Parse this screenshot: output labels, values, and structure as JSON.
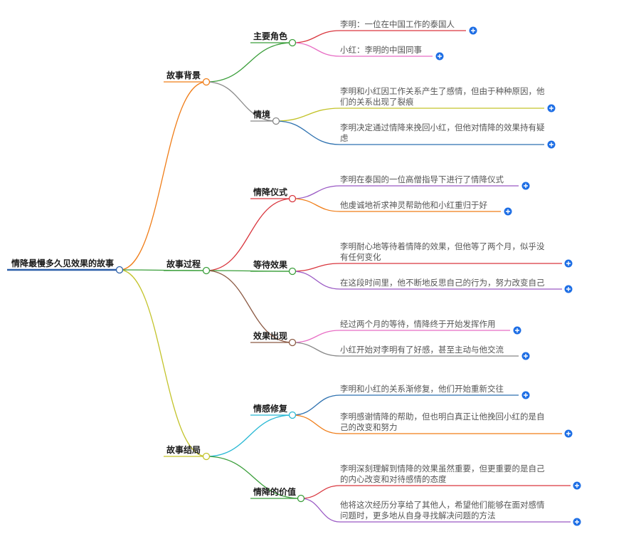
{
  "root": {
    "label": "情降最慢多久见效果的故事",
    "color": "#2a5ea8"
  },
  "branches": [
    {
      "label": "故事背景",
      "color": "#f07d18",
      "children": [
        {
          "label": "主要角色",
          "color": "#3a9e3a",
          "leaves": [
            {
              "lines": [
                "李明：一位在中国工作的泰国人"
              ],
              "color": "#d9363e"
            },
            {
              "lines": [
                "小红：李明的中国同事"
              ],
              "color": "#e86ec5"
            }
          ]
        },
        {
          "label": "情境",
          "color": "#888888",
          "leaves": [
            {
              "lines": [
                "李明和小红因工作关系产生了感情，但由于种种原因，他",
                "们的关系出现了裂痕"
              ],
              "color": "#c3c32a"
            },
            {
              "lines": [
                "李明决定通过情降来挽回小红，但他对情降的效果持有疑",
                "虑"
              ],
              "color": "#2f72b0"
            }
          ]
        }
      ]
    },
    {
      "label": "故事过程",
      "color": "#3a9e3a",
      "children": [
        {
          "label": "情降仪式",
          "color": "#d9363e",
          "leaves": [
            {
              "lines": [
                "李明在泰国的一位高僧指导下进行了情降仪式"
              ],
              "color": "#9a59c4"
            },
            {
              "lines": [
                "他虔诚地祈求神灵帮助他和小红重归于好"
              ],
              "color": "#f07d18"
            }
          ]
        },
        {
          "label": "等待效果",
          "color": "#3a9e3a",
          "leaves": [
            {
              "lines": [
                "李明耐心地等待着情降的效果，但他等了两个月，似乎没",
                "有任何变化"
              ],
              "color": "#d9363e"
            },
            {
              "lines": [
                "在这段时间里，他不断地反思自己的行为，努力改变自己"
              ],
              "color": "#9a59c4"
            }
          ]
        },
        {
          "label": "效果出现",
          "color": "#8c5a44",
          "leaves": [
            {
              "lines": [
                "经过两个月的等待，情降终于开始发挥作用"
              ],
              "color": "#e86ec5"
            },
            {
              "lines": [
                "小红开始对李明有了好感，甚至主动与他交流"
              ],
              "color": "#888888"
            }
          ]
        }
      ]
    },
    {
      "label": "故事结局",
      "color": "#c3c32a",
      "children": [
        {
          "label": "情感修复",
          "color": "#28b8d4",
          "leaves": [
            {
              "lines": [
                "李明和小红的关系渐修复，他们开始重新交往"
              ],
              "color": "#2f72b0"
            },
            {
              "lines": [
                "李明感谢情降的帮助，但也明白真正让他挽回小红的是自",
                "己的改变和努力"
              ],
              "color": "#f07d18"
            }
          ]
        },
        {
          "label": "情降的价值",
          "color": "#3a9e3a",
          "leaves": [
            {
              "lines": [
                "李明深刻理解到情降的效果虽然重要，但更重要的是自己",
                "的内心改变和对待感情的态度"
              ],
              "color": "#d9363e"
            },
            {
              "lines": [
                "他将这次经历分享给了其他人，希望他们能够在面对感情",
                "问题时，更多地从自身寻找解决问题的方法"
              ],
              "color": "#9a59c4"
            }
          ]
        }
      ]
    }
  ],
  "expand_icon": "plus-circle-icon",
  "expand_color": "#1f6fe5"
}
